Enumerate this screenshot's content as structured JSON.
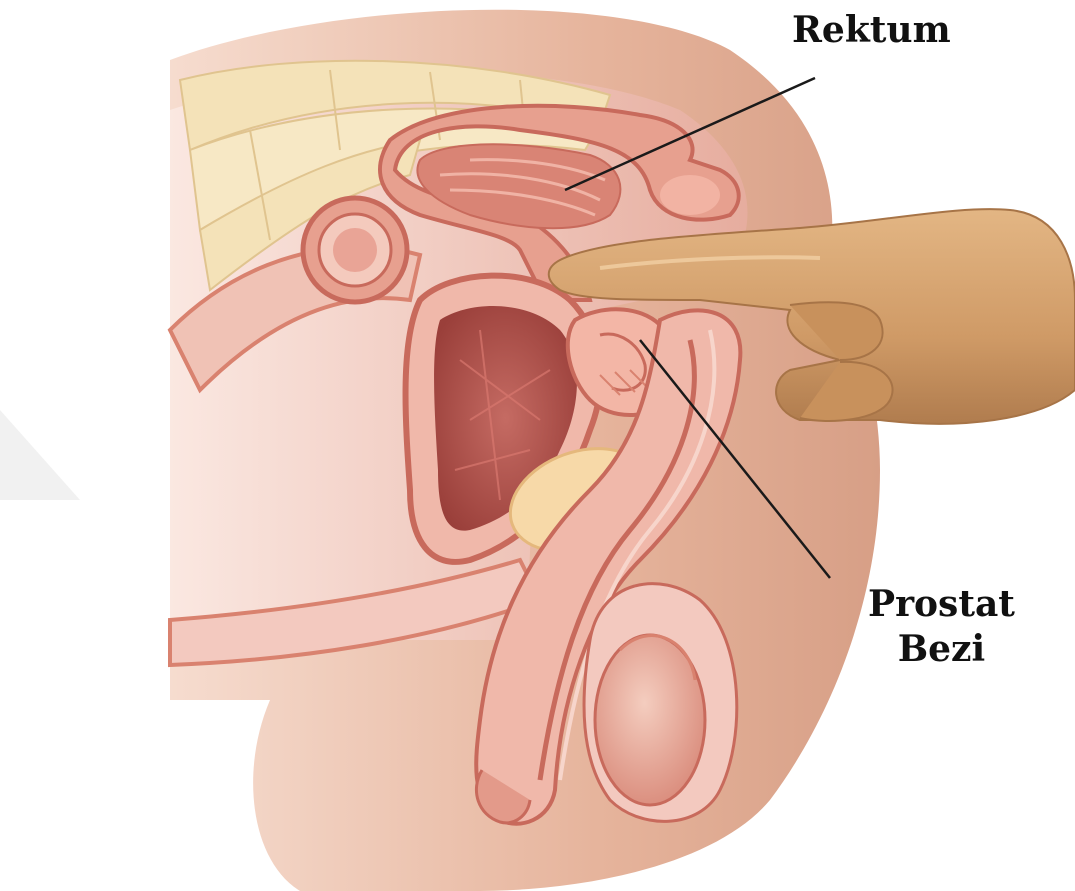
{
  "labels": {
    "rectum": "Rektum",
    "prostate_line1": "Prostat",
    "prostate_line2": "Bezi"
  },
  "colors": {
    "tissue_light": "#f3c9bf",
    "tissue_mid": "#e7a08f",
    "tissue_dark": "#c86a5c",
    "wall": "#d9826f",
    "bone": "#f4e2b8",
    "bladder_inner": "#b4534c",
    "skin": "#e9bfa5",
    "finger": "#d7a574",
    "finger_shadow": "#b07c4e",
    "vesicle": "#f7d9a8",
    "line": "#1a1a1a"
  },
  "icons": {
    "finger": "gloved-finger-icon",
    "watermark": "watermark-triangle-icon"
  }
}
